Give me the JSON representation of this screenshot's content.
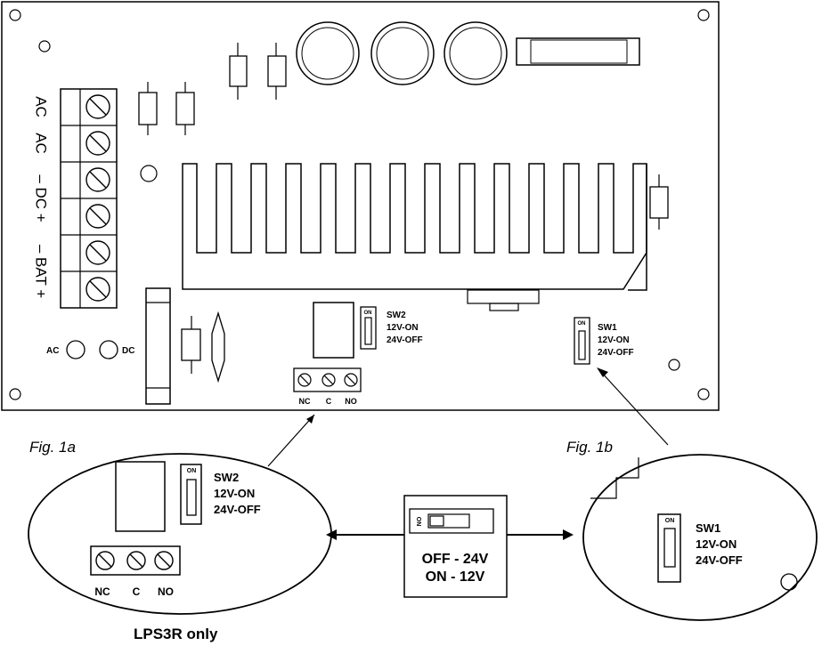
{
  "board": {
    "terminal_labels": [
      "AC",
      "AC",
      "– DC +",
      "– BAT +"
    ],
    "led_ac": "AC",
    "led_dc": "DC"
  },
  "sw2": {
    "on": "ON",
    "name": "SW2",
    "line1": "12V-ON",
    "line2": "24V-OFF"
  },
  "sw1": {
    "on": "ON",
    "name": "SW1",
    "line1": "12V-ON",
    "line2": "24V-OFF"
  },
  "relay_terminals": {
    "nc": "NC",
    "c": "C",
    "no": "NO"
  },
  "fig1a": {
    "caption": "Fig. 1a",
    "on": "ON",
    "name": "SW2",
    "line1": "12V-ON",
    "line2": "24V-OFF",
    "nc": "NC",
    "c": "C",
    "no": "NO",
    "footnote": "LPS3R only"
  },
  "fig1b": {
    "caption": "Fig. 1b",
    "on": "ON",
    "name": "SW1",
    "line1": "12V-ON",
    "line2": "24V-OFF"
  },
  "center_switch": {
    "on": "ON",
    "line1": "OFF - 24V",
    "line2": "ON - 12V"
  }
}
